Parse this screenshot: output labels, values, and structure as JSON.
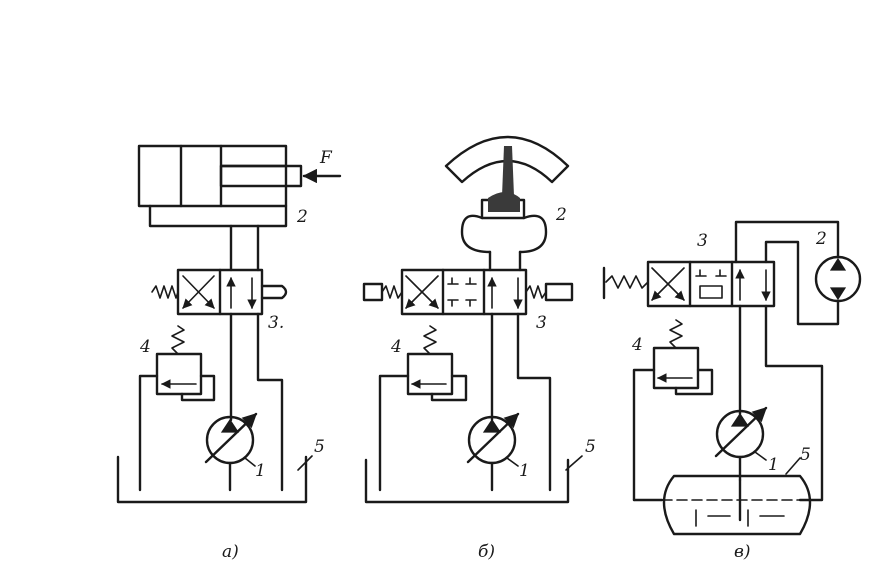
{
  "diagram_a": {
    "force_label": "F",
    "labels": {
      "cylinder": "2",
      "valve": "3.",
      "relief_valve": "4",
      "pump": "1",
      "tank": "5"
    },
    "caption": "а)"
  },
  "diagram_b": {
    "labels": {
      "rotary_actuator": "2",
      "valve": "3",
      "relief_valve": "4",
      "pump": "1",
      "tank": "5"
    },
    "caption": "б)"
  },
  "diagram_c": {
    "labels": {
      "valve": "3",
      "motor": "2",
      "relief_valve": "4",
      "pump": "1",
      "tank": "5"
    },
    "caption": "в)"
  },
  "colors": {
    "ink": "#1a1a1a",
    "paper": "#ffffff"
  }
}
